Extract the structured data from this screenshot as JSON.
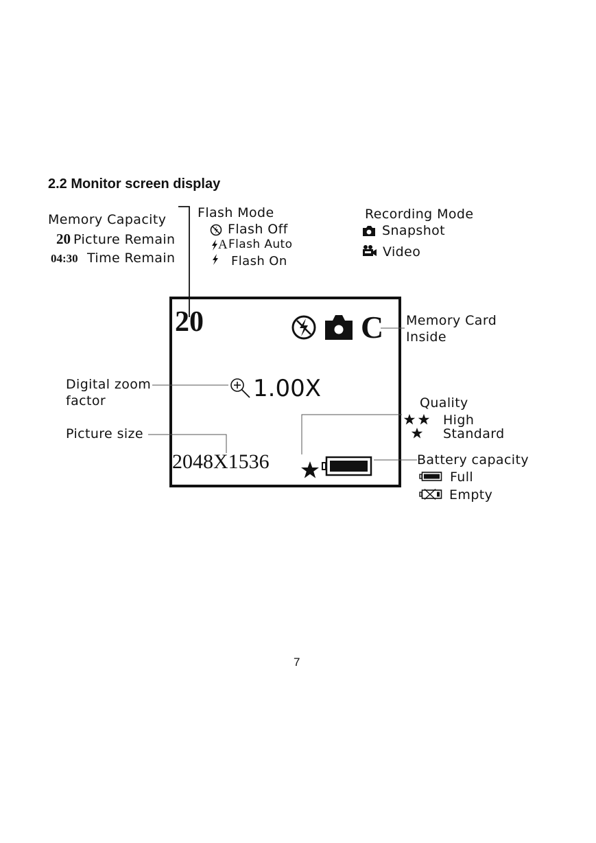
{
  "heading": "2.2 Monitor screen display",
  "page_number": "7",
  "memory": {
    "title": "Memory Capacity",
    "picture_count": "20",
    "picture_label": "Picture Remain",
    "time_value": "04:30",
    "time_label": "Time Remain"
  },
  "flash": {
    "title": "Flash Mode",
    "off": "Flash Off",
    "auto_prefix": "A",
    "auto": "Flash Auto",
    "on": "Flash On"
  },
  "recording": {
    "title": "Recording Mode",
    "snapshot": "Snapshot",
    "video": "Video"
  },
  "screen": {
    "count": "20",
    "card_letter": "C",
    "zoom": "1.00X",
    "picture_size": "2048X1536"
  },
  "memory_card": {
    "line1": "Memory Card",
    "line2": "Inside"
  },
  "zoom_label": {
    "line1": "Digital zoom",
    "line2": "factor"
  },
  "picture_size_label": "Picture size",
  "quality": {
    "title": "Quality",
    "high": "High",
    "standard": "Standard"
  },
  "battery": {
    "title": "Battery capacity",
    "full": "Full",
    "empty": "Empty"
  },
  "colors": {
    "ink": "#111111",
    "line": "#555555",
    "background": "#ffffff"
  }
}
